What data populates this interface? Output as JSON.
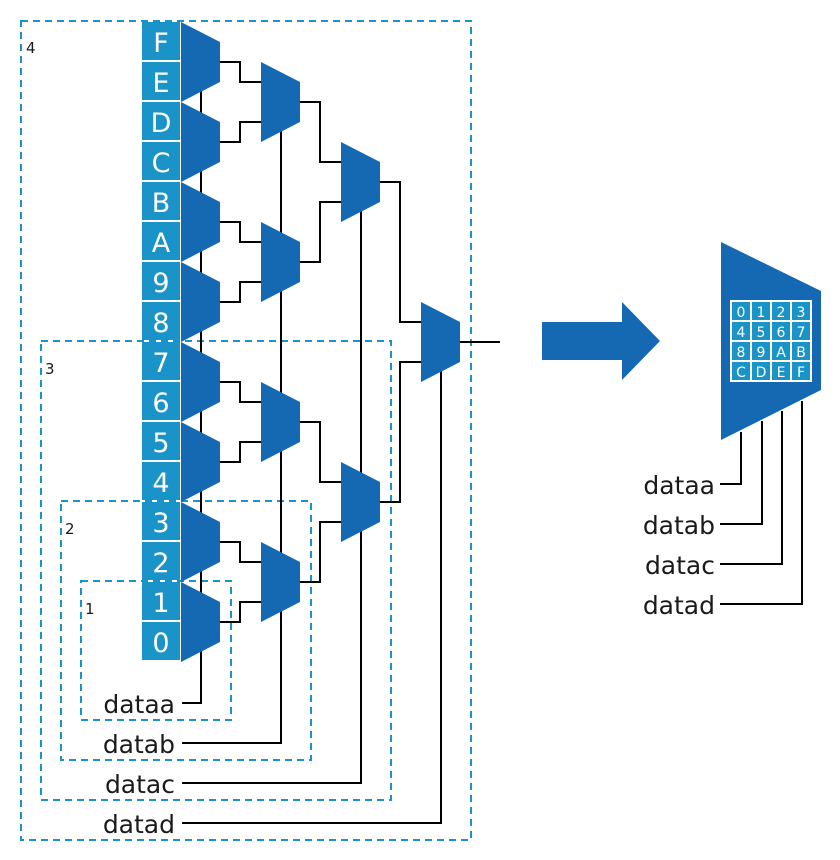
{
  "colors": {
    "mux_fill": "#1569b3",
    "cell_fill": "#1a93c9",
    "cell_text": "#ffffff",
    "wire": "#000000",
    "boundary": "#1a93c9"
  },
  "left_diagram": {
    "inputs": [
      "F",
      "E",
      "D",
      "C",
      "B",
      "A",
      "9",
      "8",
      "7",
      "6",
      "5",
      "4",
      "3",
      "2",
      "1",
      "0"
    ],
    "select_signals": [
      "dataa",
      "datab",
      "datac",
      "datad"
    ],
    "boundary_boxes": [
      {
        "label": "4"
      },
      {
        "label": "3"
      },
      {
        "label": "2"
      },
      {
        "label": "1"
      }
    ],
    "mux_levels": [
      8,
      4,
      2,
      1
    ]
  },
  "arrow": {
    "icon": "right-arrow-icon"
  },
  "right_diagram": {
    "grid": [
      [
        "0",
        "1",
        "2",
        "3"
      ],
      [
        "4",
        "5",
        "6",
        "7"
      ],
      [
        "8",
        "9",
        "A",
        "B"
      ],
      [
        "C",
        "D",
        "E",
        "F"
      ]
    ],
    "select_signals": [
      "dataa",
      "datab",
      "datac",
      "datad"
    ]
  }
}
